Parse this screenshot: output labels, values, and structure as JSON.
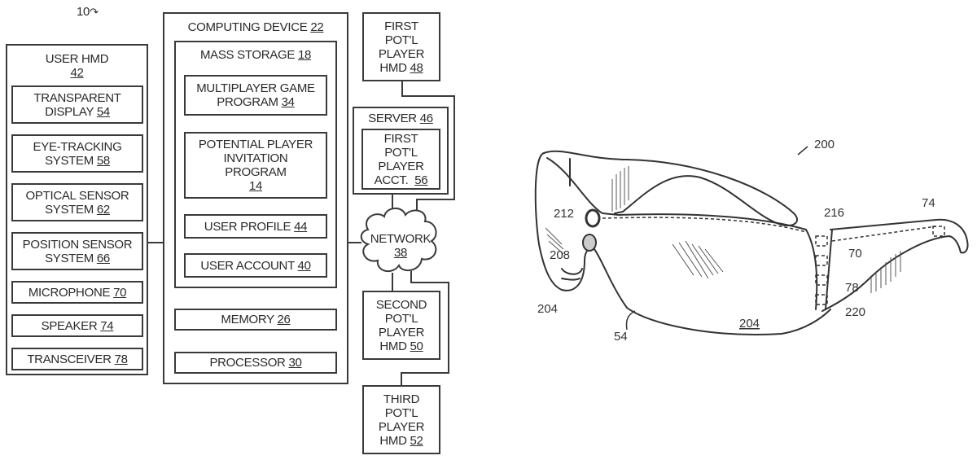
{
  "figure_ref": "10",
  "user_hmd": {
    "title": "USER HMD",
    "num": "42",
    "components": [
      {
        "line1": "TRANSPARENT",
        "line2": "DISPLAY",
        "num": "54"
      },
      {
        "line1": "EYE-TRACKING",
        "line2": "SYSTEM",
        "num": "58"
      },
      {
        "line1": "OPTICAL SENSOR",
        "line2": "SYSTEM",
        "num": "62"
      },
      {
        "line1": "POSITION SENSOR",
        "line2": "SYSTEM",
        "num": "66"
      },
      {
        "line1": "",
        "line2": "MICROPHONE",
        "num": "70"
      },
      {
        "line1": "",
        "line2": "SPEAKER",
        "num": "74"
      },
      {
        "line1": "",
        "line2": "TRANSCEIVER",
        "num": "78"
      }
    ]
  },
  "computing_device": {
    "title": "COMPUTING DEVICE",
    "num": "22",
    "mass_storage": {
      "title": "MASS STORAGE",
      "num": "18",
      "items": [
        {
          "lines": [
            "MULTIPLAYER GAME",
            "PROGRAM"
          ],
          "num": "34"
        },
        {
          "lines": [
            "POTENTIAL PLAYER",
            "INVITATION",
            "PROGRAM"
          ],
          "num": "14"
        },
        {
          "lines": [
            "USER PROFILE"
          ],
          "num": "44"
        },
        {
          "lines": [
            "USER ACCOUNT"
          ],
          "num": "40"
        }
      ]
    },
    "memory": {
      "label": "MEMORY",
      "num": "26"
    },
    "processor": {
      "label": "PROCESSOR",
      "num": "30"
    }
  },
  "first_hmd": {
    "lines": [
      "FIRST",
      "POT'L",
      "PLAYER",
      "HMD"
    ],
    "num": "48"
  },
  "server": {
    "title": "SERVER",
    "num": "46",
    "account": {
      "lines": [
        "FIRST",
        "POT'L",
        "PLAYER",
        "ACCT."
      ],
      "num": "56"
    }
  },
  "network": {
    "label": "NETWORK",
    "num": "38"
  },
  "second_hmd": {
    "lines": [
      "SECOND",
      "POT'L",
      "PLAYER",
      "HMD"
    ],
    "num": "50"
  },
  "third_hmd": {
    "lines": [
      "THIRD",
      "POT'L",
      "PLAYER",
      "HMD"
    ],
    "num": "52"
  },
  "glasses": {
    "figure_ref": "200",
    "labels": {
      "camera": "212",
      "sensor": "208",
      "frame_left": "204",
      "lens": "204",
      "display": "54",
      "module_top": "216",
      "microphone": "70",
      "transceiver": "78",
      "module_bottom": "220",
      "speaker": "74"
    }
  }
}
